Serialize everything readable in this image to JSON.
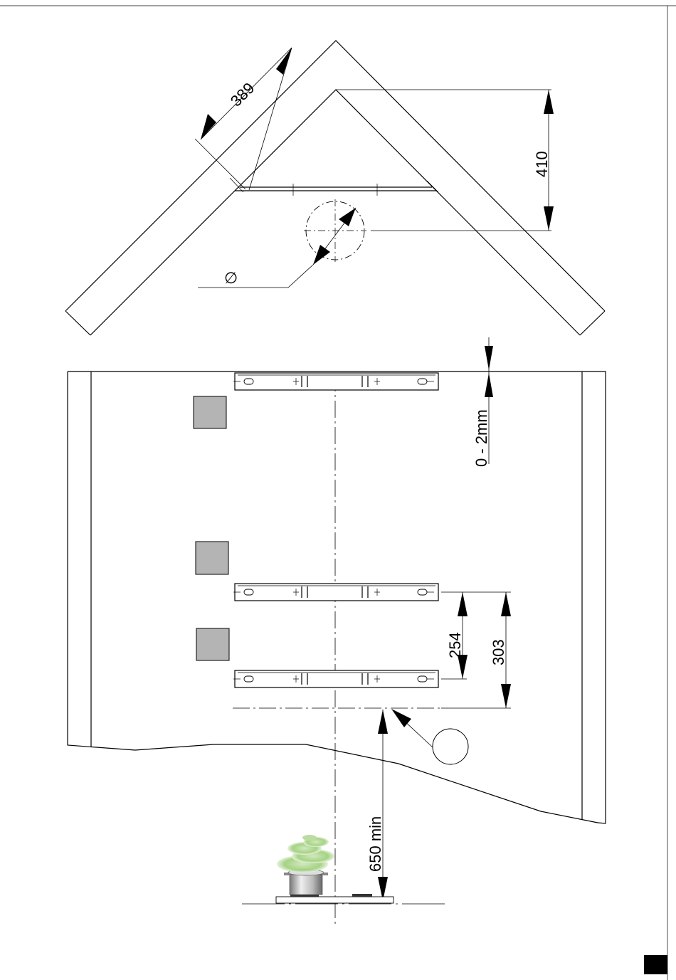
{
  "dimensions": {
    "diagonal_width": "389",
    "depth": "410",
    "gap": "0 - 2mm",
    "bracket_spacing_1": "254",
    "bracket_spacing_2": "303",
    "min_height": "650 min"
  },
  "symbols": {
    "diameter": "∅"
  },
  "colors": {
    "line": "#000000",
    "marker_fill": "#b4b4b4",
    "plant_green": "#8fc46a",
    "page_marker": "#000000"
  }
}
